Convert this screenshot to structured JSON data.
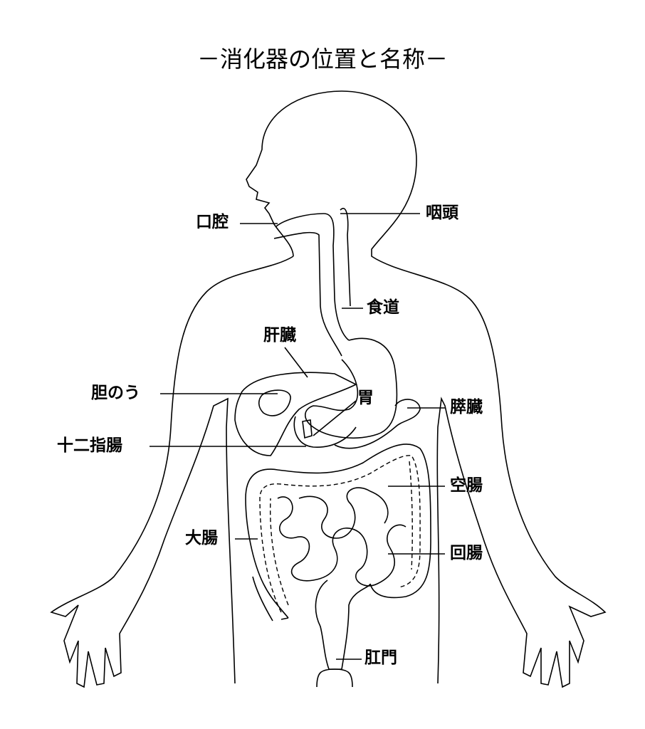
{
  "title": "－消化器の位置と名称－",
  "labels": {
    "oral_cavity": "口腔",
    "pharynx": "咽頭",
    "esophagus": "食道",
    "liver": "肝臓",
    "gallbladder": "胆のう",
    "stomach": "胃",
    "pancreas": "膵臓",
    "duodenum": "十二指腸",
    "jejunum": "空腸",
    "large_intestine": "大腸",
    "ileum": "回腸",
    "anus": "肛門"
  }
}
